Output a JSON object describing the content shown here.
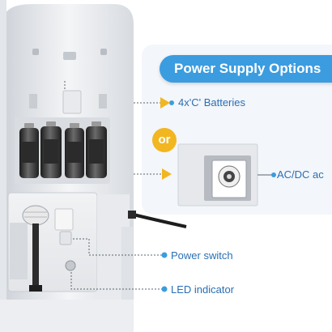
{
  "header": {
    "title": "Power Supply Options"
  },
  "callouts": {
    "batteries": "4x'C' Batteries",
    "separator": "or",
    "acdc": "AC/DC ac",
    "power_switch": "Power switch",
    "led_indicator": "LED indicator"
  },
  "colors": {
    "accent_blue": "#3b9ce0",
    "callout_text": "#2a6fb5",
    "badge_yellow": "#f2b620"
  }
}
